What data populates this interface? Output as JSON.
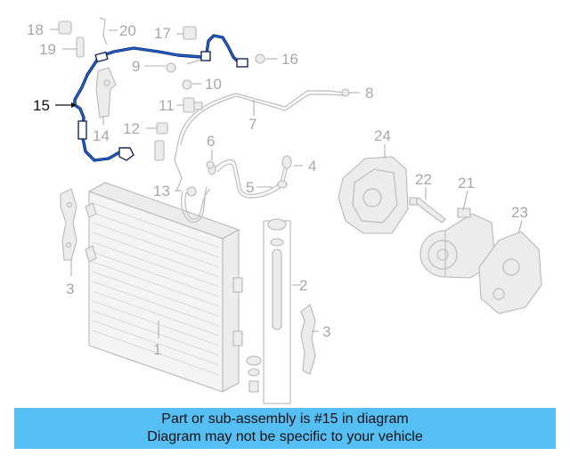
{
  "diagram": {
    "callouts": [
      {
        "id": "18",
        "label": "18"
      },
      {
        "id": "19",
        "label": "19"
      },
      {
        "id": "20",
        "label": "20"
      },
      {
        "id": "17",
        "label": "17"
      },
      {
        "id": "16",
        "label": "16"
      },
      {
        "id": "9",
        "label": "9"
      },
      {
        "id": "10",
        "label": "10"
      },
      {
        "id": "8",
        "label": "8"
      },
      {
        "id": "15",
        "label": "15"
      },
      {
        "id": "11",
        "label": "11"
      },
      {
        "id": "7",
        "label": "7"
      },
      {
        "id": "14",
        "label": "14"
      },
      {
        "id": "12",
        "label": "12"
      },
      {
        "id": "6",
        "label": "6"
      },
      {
        "id": "24",
        "label": "24"
      },
      {
        "id": "4",
        "label": "4"
      },
      {
        "id": "13",
        "label": "13"
      },
      {
        "id": "5",
        "label": "5"
      },
      {
        "id": "22",
        "label": "22"
      },
      {
        "id": "21",
        "label": "21"
      },
      {
        "id": "23",
        "label": "23"
      },
      {
        "id": "2",
        "label": "2"
      },
      {
        "id": "3a",
        "label": "3"
      },
      {
        "id": "3b",
        "label": "3"
      },
      {
        "id": "1",
        "label": "1"
      }
    ],
    "highlighted_part": "15",
    "highlight_color": "#1a5fd6"
  },
  "banner": {
    "line1": "Part or sub-assembly is #15 in diagram",
    "line2": "Diagram may not be specific to your vehicle",
    "color": "#55bef3"
  }
}
